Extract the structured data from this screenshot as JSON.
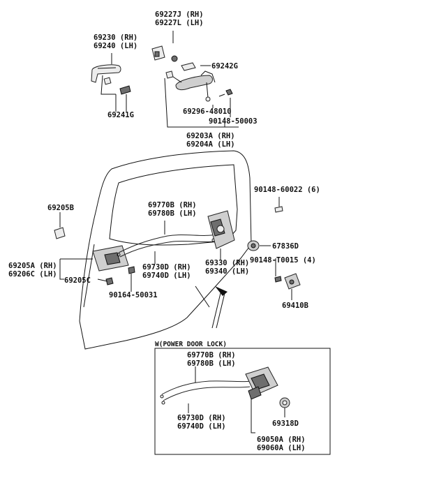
{
  "labels": {
    "l69227": [
      "69227J (RH)",
      "69227L (LH)"
    ],
    "l69230": [
      "69230 (RH)",
      "69240 (LH)"
    ],
    "l69242": "69242G",
    "l69241": "69241G",
    "l69296": "69296-48010",
    "l90148a": "90148-50003",
    "l69203": [
      "69203A (RH)",
      "69204A (LH)"
    ],
    "l90148b": "90148-60022 (6)",
    "l69205b": "69205B",
    "l69770": [
      "69770B (RH)",
      "69780B (LH)"
    ],
    "l67836": "67836D",
    "l69205a": [
      "69205A (RH)",
      "69206C (LH)"
    ],
    "l69730": [
      "69730D (RH)",
      "69740D (LH)"
    ],
    "l69330": [
      "69330 (RH)",
      "69340 (LH)"
    ],
    "l90148c": "90148-T0015 (4)",
    "l69205c": "69205C",
    "l90164": "90164-50031",
    "l69410": "69410B",
    "inset_title": "W(POWER DOOR LOCK)",
    "i69770": [
      "69770B (RH)",
      "69780B (LH)"
    ],
    "i69730": [
      "69730D (RH)",
      "69740D (LH)"
    ],
    "i69318": "69318D",
    "i69050": [
      "69050A (RH)",
      "69060A (LH)"
    ]
  }
}
